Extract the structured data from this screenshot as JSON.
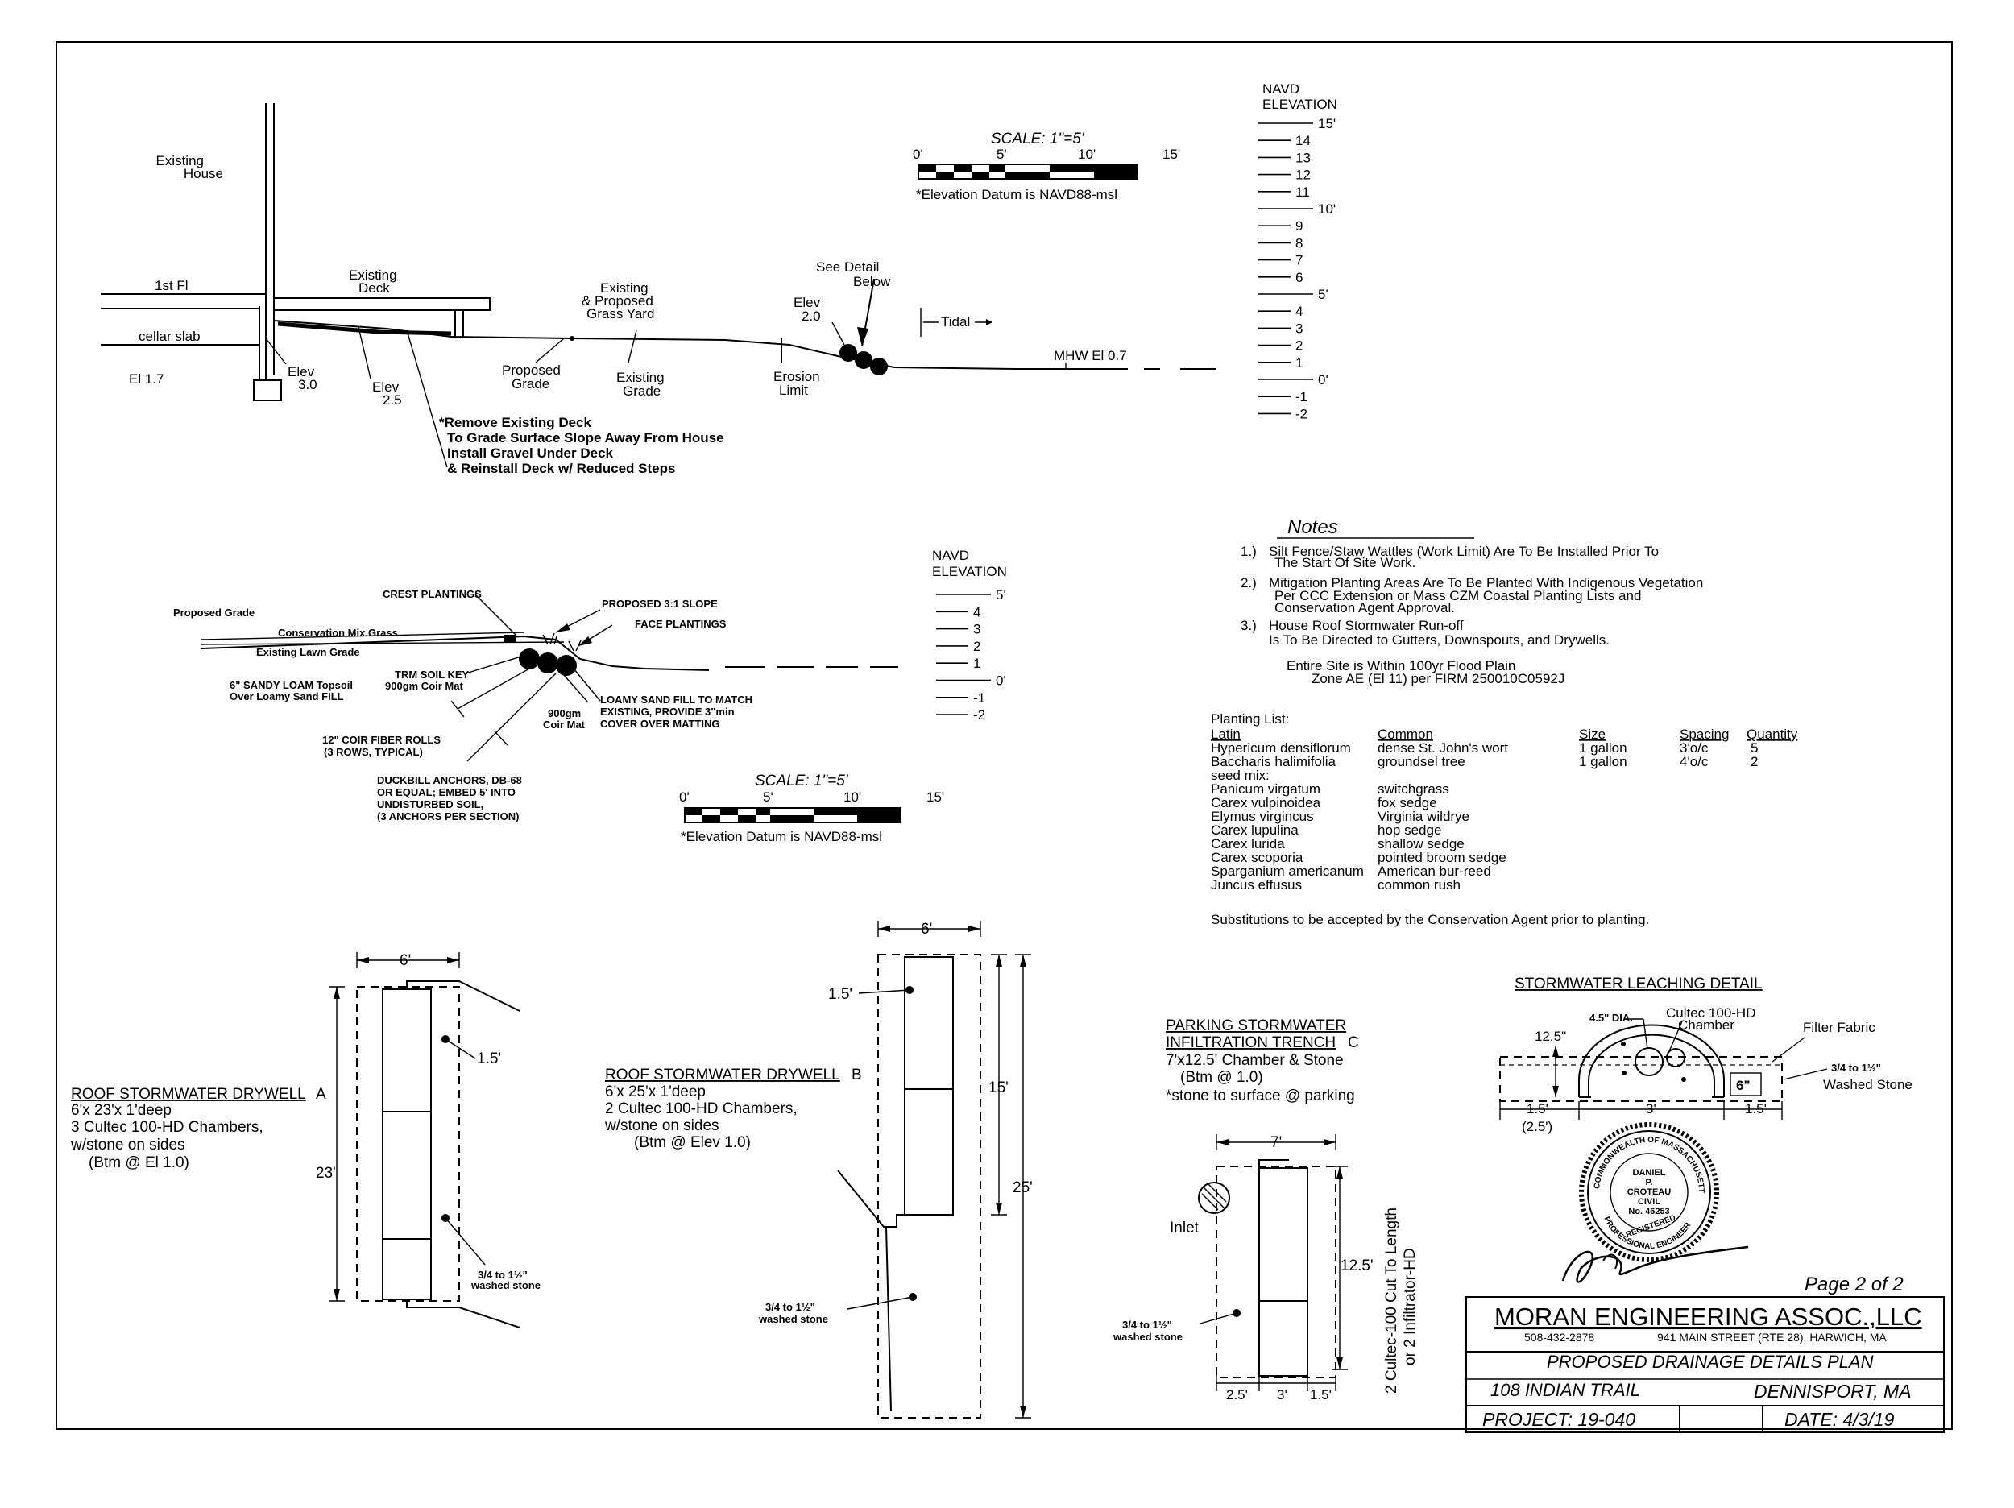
{
  "section_top": {
    "existing_house": [
      "Existing",
      "House"
    ],
    "first_fl": "1st Fl",
    "cellar_slab": "cellar slab",
    "el_17": "El 1.7",
    "existing_deck": [
      "Existing",
      "Deck"
    ],
    "elev_30": [
      "Elev",
      "3.0"
    ],
    "elev_25": [
      "Elev",
      "2.5"
    ],
    "existing_proposed_grass": [
      "Existing",
      "& Proposed",
      "Grass Yard"
    ],
    "proposed_grade": [
      "Proposed",
      "Grade"
    ],
    "existing_grade": [
      "Existing",
      "Grade"
    ],
    "see_detail": [
      "See Detail",
      "Below"
    ],
    "elev_20": [
      "Elev",
      "2.0"
    ],
    "erosion_limit": [
      "Erosion",
      "Limit"
    ],
    "tidal": "Tidal",
    "mhw": "MHW El 0.7",
    "remove_note": [
      "*Remove Existing Deck",
      "To Grade Surface Slope Away From House",
      "Install Gravel Under Deck",
      "& Reinstall Deck w/ Reduced Steps"
    ]
  },
  "scale_top": {
    "title": "SCALE: 1\"=5'",
    "ticks": [
      "0'",
      "5'",
      "10'",
      "15'"
    ],
    "datum": "*Elevation Datum is NAVD88-msl"
  },
  "navd_top": {
    "title": [
      "NAVD",
      "ELEVATION"
    ],
    "labels": [
      "15'",
      "14",
      "13",
      "12",
      "11",
      "10'",
      "9",
      "8",
      "7",
      "6",
      "5'",
      "4",
      "3",
      "2",
      "1",
      "0'",
      "-1",
      "-2"
    ]
  },
  "section_detail": {
    "proposed_grade": "Proposed Grade",
    "crest": "CREST PLANTINGS",
    "slope": "PROPOSED 3:1 SLOPE",
    "face": "FACE PLANTINGS",
    "conservation": "Conservation Mix Grass",
    "lawn": "Existing Lawn Grade",
    "topsoil": [
      "6\" SANDY LOAM Topsoil",
      "Over Loamy Sand FILL"
    ],
    "trm": [
      "TRM SOIL KEY",
      "900gm Coir Mat"
    ],
    "coir_rolls": [
      "12\" COIR FIBER ROLLS",
      "(3 ROWS, TYPICAL)"
    ],
    "coir_mat": [
      "900gm",
      "Coir Mat"
    ],
    "loamy": [
      "LOAMY SAND FILL TO MATCH",
      "EXISTING, PROVIDE 3\"min",
      "COVER OVER MATTING"
    ],
    "duckbill": [
      "DUCKBILL ANCHORS, DB-68",
      "OR EQUAL; EMBED 5' INTO",
      "UNDISTURBED SOIL,",
      "(3 ANCHORS PER SECTION)"
    ]
  },
  "navd_mid": {
    "title": [
      "NAVD",
      "ELEVATION"
    ],
    "labels": [
      "5'",
      "4",
      "3",
      "2",
      "1",
      "0'",
      "-1",
      "-2"
    ]
  },
  "scale_mid": {
    "title": "SCALE: 1\"=5'",
    "ticks": [
      "0'",
      "5'",
      "10'",
      "15'"
    ],
    "datum": "*Elevation Datum is NAVD88-msl"
  },
  "notes": {
    "title": "Notes",
    "items": [
      [
        "1.)",
        "Silt Fence/Staw Wattles (Work Limit) Are To Be Installed Prior To",
        "The Start Of Site Work."
      ],
      [
        "2.)",
        "Mitigation Planting Areas Are To Be Planted With Indigenous Vegetation",
        "Per CCC Extension or Mass CZM Coastal Planting Lists and",
        "Conservation Agent Approval."
      ],
      [
        "3.)",
        "House Roof Stormwater Run-off",
        "Is To Be Directed to Gutters, Downspouts, and Drywells."
      ]
    ],
    "flood": [
      "Entire Site is Within 100yr Flood Plain",
      "Zone AE (El 11) per FIRM 250010C0592J"
    ]
  },
  "planting": {
    "title": "Planting List:",
    "headers": [
      "Latin",
      "Common",
      "Size",
      "Spacing",
      "Quantity"
    ],
    "rows": [
      [
        "Hypericum densiflorum",
        "dense St. John's wort",
        "1 gallon",
        "3'o/c",
        "5"
      ],
      [
        "Baccharis halimifolia",
        "groundsel tree",
        "1 gallon",
        "4'o/c",
        "2"
      ],
      [
        "seed mix:",
        "",
        "",
        "",
        ""
      ],
      [
        "Panicum virgatum",
        "switchgrass",
        "",
        "",
        ""
      ],
      [
        "Carex vulpinoidea",
        "fox sedge",
        "",
        "",
        ""
      ],
      [
        "Elymus virgincus",
        "Virginia wildrye",
        "",
        "",
        ""
      ],
      [
        "Carex lupulina",
        "hop sedge",
        "",
        "",
        ""
      ],
      [
        "Carex lurida",
        "shallow sedge",
        "",
        "",
        ""
      ],
      [
        "Carex scoporia",
        "pointed broom sedge",
        "",
        "",
        ""
      ],
      [
        "Sparganium americanum",
        "American bur-reed",
        "",
        "",
        ""
      ],
      [
        "Juncus effusus",
        "common rush",
        "",
        "",
        ""
      ]
    ],
    "substitutions": "Substitutions to be accepted by the Conservation Agent prior to planting."
  },
  "drywell_a": {
    "title": "ROOF STORMWATER DRYWELL",
    "tag": "A",
    "lines": [
      "6'x 23'x 1'deep",
      "3 Cultec 100-HD Chambers,",
      "w/stone on sides",
      "(Btm @ El 1.0)"
    ],
    "width": "6'",
    "length": "23'",
    "depth": "1.5'",
    "stone": [
      "3/4 to 1½\"",
      "washed stone"
    ]
  },
  "drywell_b": {
    "title": "ROOF STORMWATER DRYWELL",
    "tag": "B",
    "lines": [
      "6'x 25'x 1'deep",
      "2 Cultec 100-HD Chambers,",
      "w/stone on sides",
      "(Btm @ Elev 1.0)"
    ],
    "width": "6'",
    "inner": "15'",
    "length": "25'",
    "depth": "1.5'",
    "stone": [
      "3/4 to 1½\"",
      "washed stone"
    ]
  },
  "trench_c": {
    "title": [
      "PARKING STORMWATER",
      "INFILTRATION TRENCH"
    ],
    "tag": "C",
    "lines": [
      "7'x12.5' Chamber & Stone",
      "(Btm @ 1.0)",
      "*stone to surface @ parking"
    ],
    "width": "7'",
    "length": "12.5'",
    "inlet": "Inlet",
    "stone": [
      "3/4 to 1½\"",
      "washed stone"
    ],
    "bottom": [
      "2.5'",
      "3'",
      "1.5'"
    ],
    "vertical": [
      "2 Cultec-100 Cut To Length",
      "or 2 Infiltrator-HD"
    ]
  },
  "leaching": {
    "title": "STORMWATER LEACHING DETAIL",
    "dia": "4.5\" DIA.",
    "chamber": [
      "Cultec 100-HD",
      "Chamber"
    ],
    "filter": "Filter Fabric",
    "h": "12.5\"",
    "six": "6\"",
    "stone": [
      "3/4 to 1½\"",
      "Washed Stone"
    ],
    "dims": [
      "1.5'",
      "(2.5')",
      "3'",
      "1.5'"
    ]
  },
  "seal": {
    "ring_top": "COMMONWEALTH OF MASSACHUSETTS",
    "ring_bottom": "PROFESSIONAL ENGINEER",
    "center": [
      "DANIEL",
      "P.",
      "CROTEAU",
      "CIVIL",
      "No. 46253"
    ],
    "registered": "REGISTERED"
  },
  "title_block": {
    "page": "Page 2 of 2",
    "firm": "MORAN ENGINEERING ASSOC.,LLC",
    "phone": "508-432-2878",
    "address": "941 MAIN STREET (RTE 28), HARWICH, MA",
    "plan": "PROPOSED DRAINAGE DETAILS PLAN",
    "site": "108 INDIAN TRAIL",
    "town": "DENNISPORT, MA",
    "project": "PROJECT: 19-040",
    "date": "DATE: 4/3/19"
  }
}
